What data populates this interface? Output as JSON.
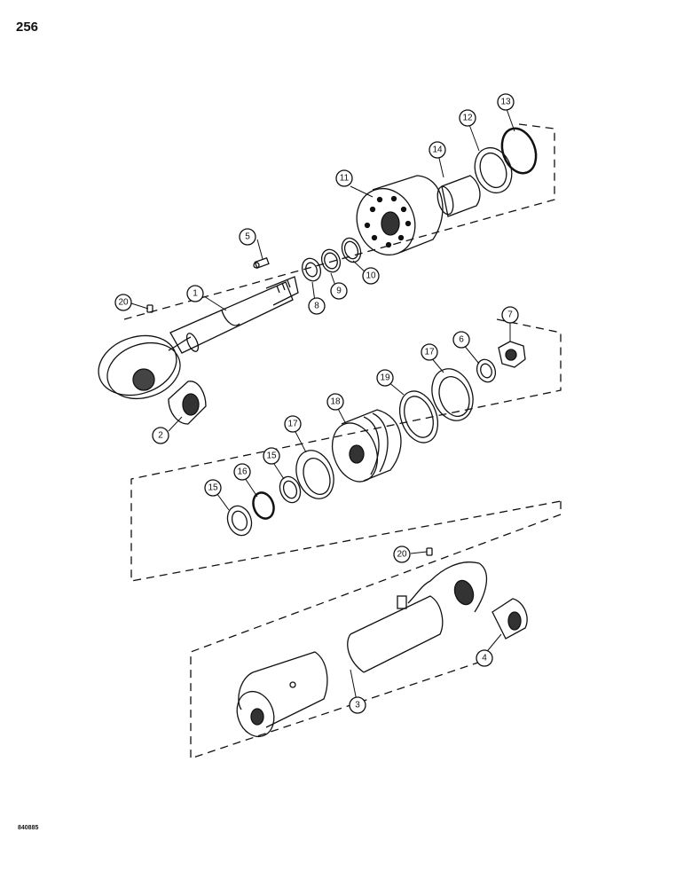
{
  "page": {
    "number": "256",
    "drawing_code": "840885"
  },
  "callouts": [
    {
      "id": "c1",
      "label": "1"
    },
    {
      "id": "c2",
      "label": "2"
    },
    {
      "id": "c3",
      "label": "3"
    },
    {
      "id": "c4",
      "label": "4"
    },
    {
      "id": "c5",
      "label": "5"
    },
    {
      "id": "c6",
      "label": "6"
    },
    {
      "id": "c7",
      "label": "7"
    },
    {
      "id": "c8",
      "label": "8"
    },
    {
      "id": "c9",
      "label": "9"
    },
    {
      "id": "c10",
      "label": "10"
    },
    {
      "id": "c11",
      "label": "11"
    },
    {
      "id": "c12",
      "label": "12"
    },
    {
      "id": "c13",
      "label": "13"
    },
    {
      "id": "c14",
      "label": "14"
    },
    {
      "id": "c15a",
      "label": "15"
    },
    {
      "id": "c15b",
      "label": "15"
    },
    {
      "id": "c16",
      "label": "16"
    },
    {
      "id": "c17a",
      "label": "17"
    },
    {
      "id": "c17b",
      "label": "17"
    },
    {
      "id": "c18",
      "label": "18"
    },
    {
      "id": "c19",
      "label": "19"
    },
    {
      "id": "c20a",
      "label": "20"
    },
    {
      "id": "c20b",
      "label": "20"
    }
  ]
}
